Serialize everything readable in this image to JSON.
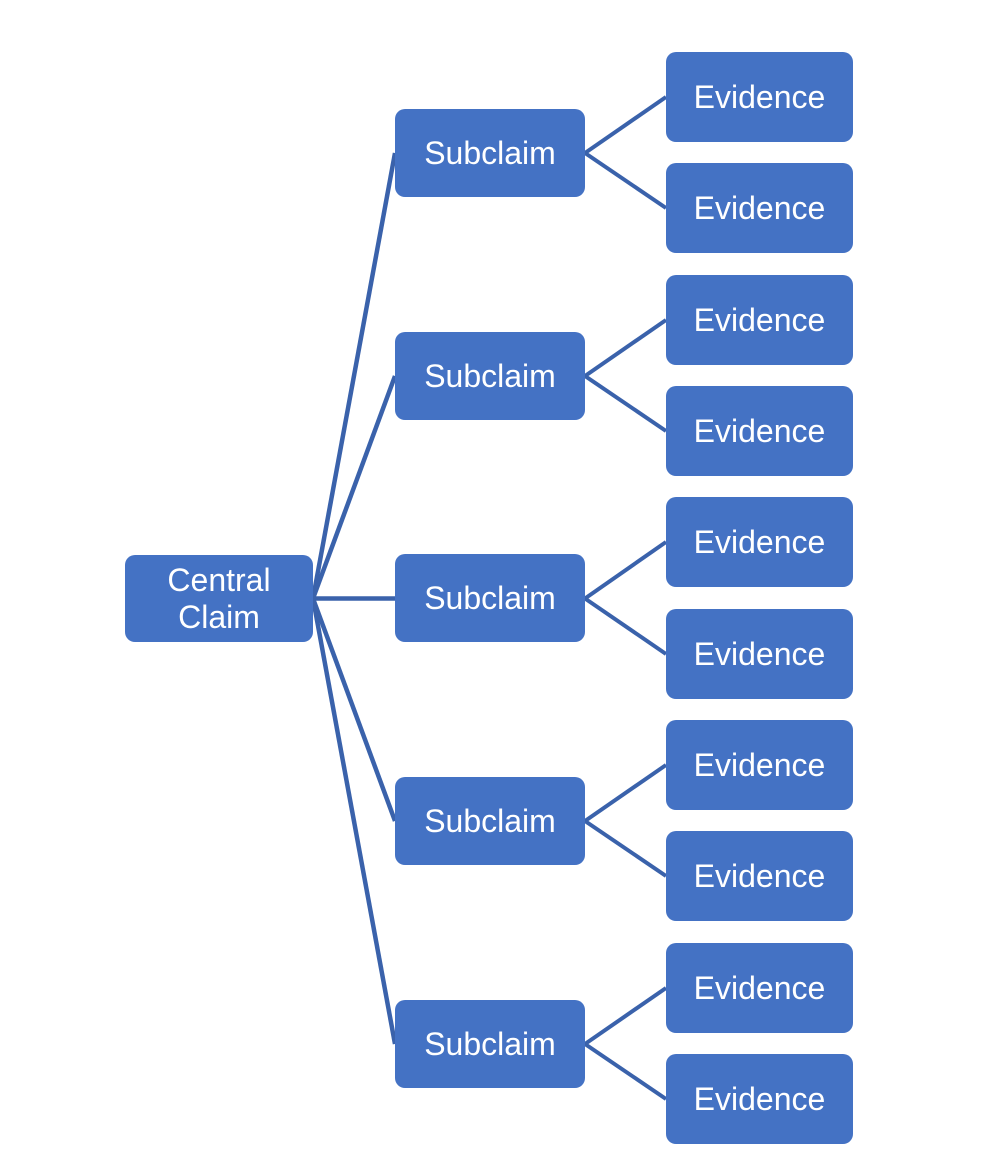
{
  "diagram": {
    "type": "argument-map-tree",
    "central": {
      "label": "Central Claim"
    },
    "subclaims": [
      {
        "label": "Subclaim",
        "evidence": [
          {
            "label": "Evidence"
          },
          {
            "label": "Evidence"
          }
        ]
      },
      {
        "label": "Subclaim",
        "evidence": [
          {
            "label": "Evidence"
          },
          {
            "label": "Evidence"
          }
        ]
      },
      {
        "label": "Subclaim",
        "evidence": [
          {
            "label": "Evidence"
          },
          {
            "label": "Evidence"
          }
        ]
      },
      {
        "label": "Subclaim",
        "evidence": [
          {
            "label": "Evidence"
          },
          {
            "label": "Evidence"
          }
        ]
      },
      {
        "label": "Subclaim",
        "evidence": [
          {
            "label": "Evidence"
          },
          {
            "label": "Evidence"
          }
        ]
      }
    ],
    "colors": {
      "node_fill": "#4472C4",
      "node_text": "#FFFFFF",
      "connector": "#3A62AB",
      "background": "#FFFFFF"
    }
  }
}
